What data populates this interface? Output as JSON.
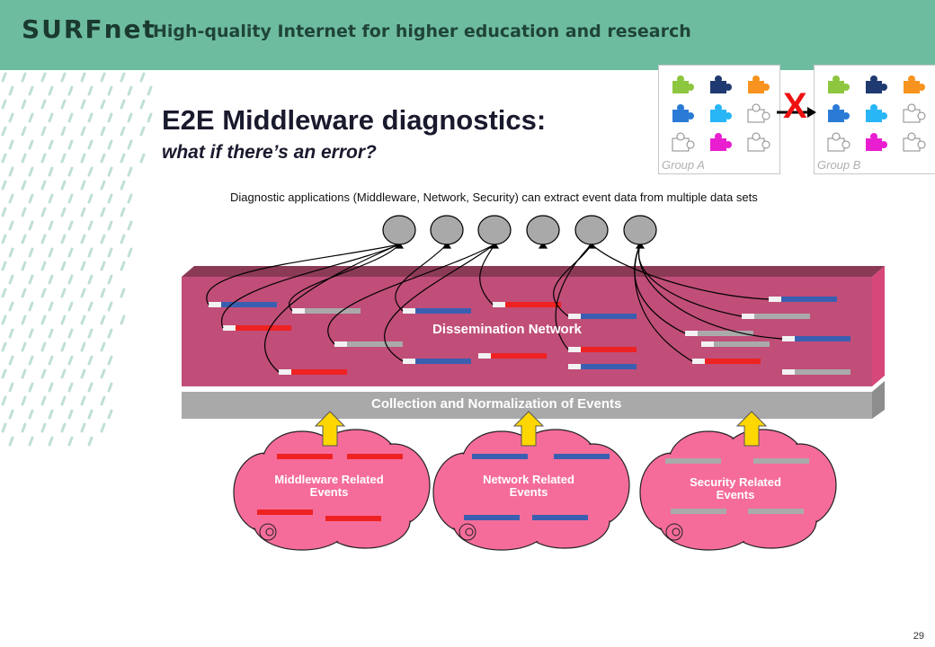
{
  "header": {
    "logo": "SURFnet",
    "tagline": "High-quality Internet for higher education and research",
    "brand_color": "#6ebca0"
  },
  "slide": {
    "title": "E2E Middleware diagnostics:",
    "subtitle": "what if there’s an error?",
    "caption": "Diagnostic applications (Middleware, Network, Security) can extract event data from multiple data sets",
    "page_number": "29"
  },
  "groups": {
    "a_label": "Group A",
    "b_label": "Group B",
    "error_mark": "X",
    "puzzle_icon": "puzzle-piece-icon"
  },
  "diagram": {
    "dissemination_label": "Dissemination Network",
    "collection_label": "Collection and Normalization of Events",
    "dissemination_color": "#c04e78",
    "collection_color": "#a9a9a9",
    "application_nodes": 6
  },
  "clouds": {
    "middleware": "Middleware Related Events",
    "network": "Network  Related Events",
    "security": "Security Related Events",
    "cloud_color": "#f56c9a"
  },
  "event_colors": {
    "middleware": "#ee2222",
    "network": "#3b5fb0",
    "security": "#aaaaaa",
    "upload_arrow": "#ffd700"
  }
}
